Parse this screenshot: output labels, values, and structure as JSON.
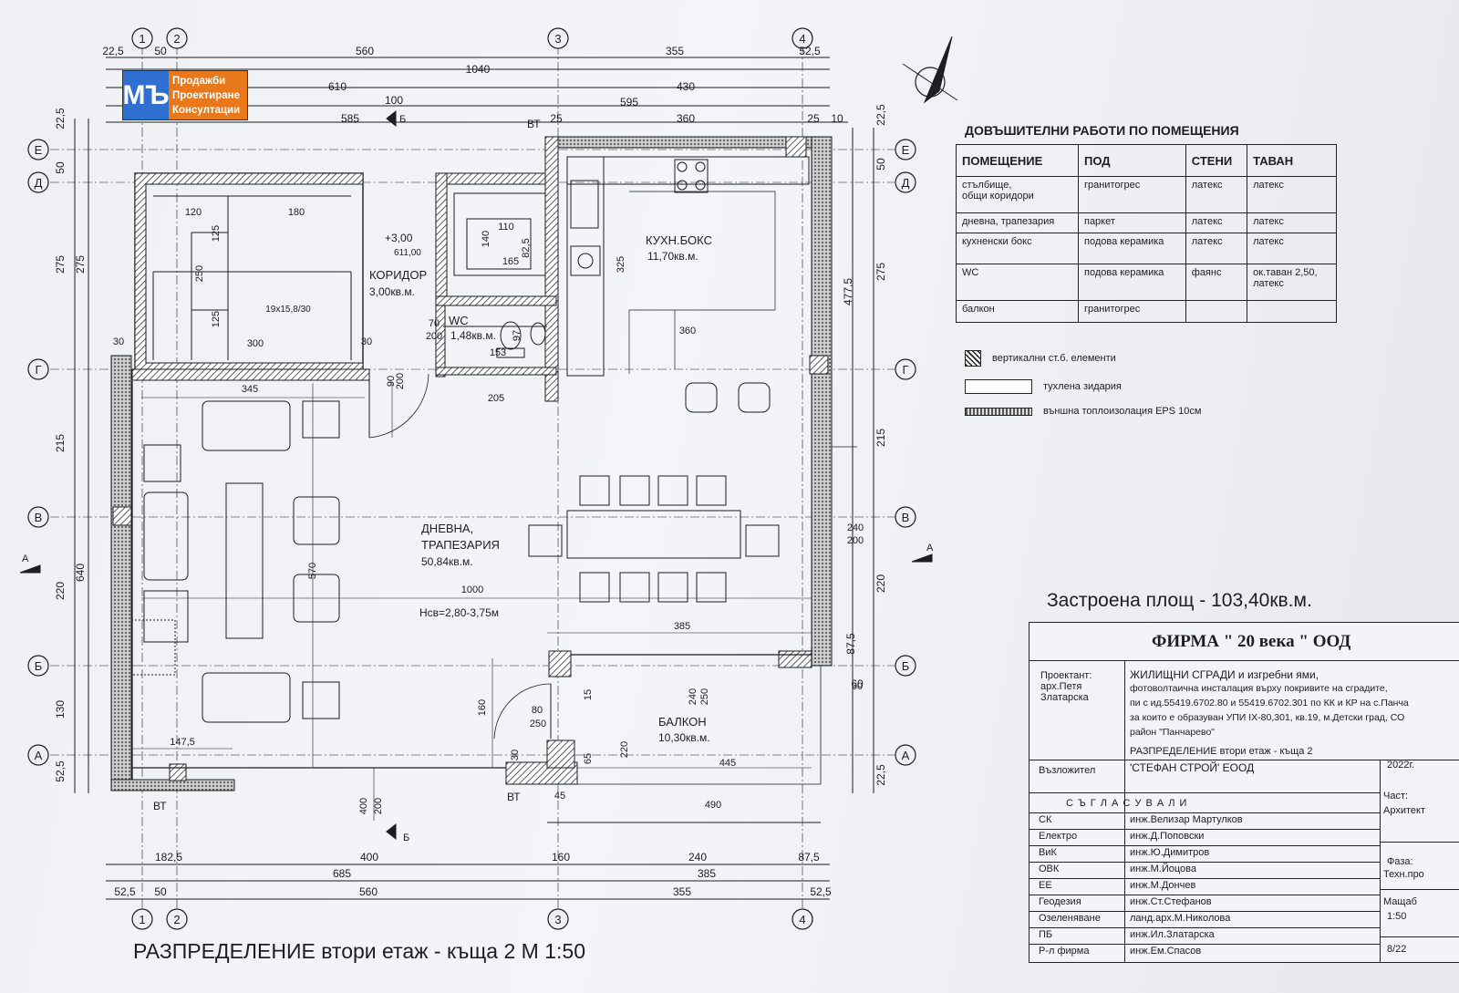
{
  "logo": {
    "letters": "MЪ",
    "lines": [
      "Продажби",
      "Проектиране",
      "Консултации"
    ]
  },
  "drawing_title": "РАЗПРЕДЕЛЕНИЕ втори етаж - къща 2  М 1:50",
  "built_area": "Застроена площ - 103,40кв.м.",
  "axes": {
    "numbers": [
      "1",
      "2",
      "3",
      "4"
    ],
    "letters_left": [
      "Е",
      "Д",
      "Г",
      "В",
      "Б",
      "А"
    ]
  },
  "rooms": {
    "stair_label": "19x15,8/30",
    "corridor": {
      "name": "КОРИДОР",
      "area": "3,00кв.м."
    },
    "level": {
      "value": "+3,00",
      "sub": "611,00"
    },
    "wc": {
      "name": "WC",
      "area": "1,48кв.м."
    },
    "kitchen": {
      "name": "КУХН.БОКС",
      "area": "11,70кв.м."
    },
    "living": {
      "name1": "ДНЕВНА,",
      "name2": "ТРАПЕЗАРИЯ",
      "area": "50,84кв.м.",
      "height": "Нсв=2,80-3,75м"
    },
    "balcony": {
      "name": "БАЛКОН",
      "area": "10,30кв.м."
    },
    "section_a": "А",
    "section_b": "Б",
    "bt": "ВТ"
  },
  "dims": {
    "top1": [
      "22,5",
      "50",
      "560",
      "355",
      "52,5"
    ],
    "top2": "1040",
    "top3": [
      "610",
      "430"
    ],
    "top4": [
      "100",
      "595"
    ],
    "top5": [
      "585",
      "25",
      "360",
      "25",
      "10"
    ],
    "bottom1": [
      "182,5",
      "400",
      "160",
      "240",
      "87,5"
    ],
    "bottom2": [
      "685",
      "385"
    ],
    "bottom3": [
      "52,5",
      "50",
      "560",
      "355",
      "52,5"
    ],
    "left": [
      "22,5",
      "50",
      "275",
      "275",
      "215",
      "640",
      "220",
      "130",
      "52,5"
    ],
    "right": [
      "22,5",
      "50",
      "275",
      "477,5",
      "215",
      "220",
      "87,5",
      "60",
      "22,5"
    ],
    "inner": [
      "120",
      "180",
      "125",
      "250",
      "125",
      "300",
      "30",
      "30",
      "345",
      "110",
      "140",
      "82,5",
      "165",
      "325",
      "360",
      "70",
      "200",
      "97",
      "153",
      "205",
      "90",
      "200",
      "1000",
      "570",
      "385",
      "240",
      "200",
      "147,5",
      "160",
      "80",
      "250",
      "15",
      "240",
      "250",
      "65",
      "220",
      "445",
      "30",
      "490",
      "400",
      "200",
      "60",
      "45"
    ]
  },
  "schedule": {
    "title": "ДОВЪШИТЕЛНИ РАБОТИ ПО ПОМЕЩЕНИЯ",
    "headers": [
      "ПОМЕЩЕНИЕ",
      "ПОД",
      "СТЕНИ",
      "ТАВАН"
    ],
    "rows": [
      [
        "стълбище,\nобщи коридори",
        "гранитогрес",
        "латекс",
        "латекс"
      ],
      [
        "дневна, трапезария",
        "паркет",
        "латекс",
        "латекс"
      ],
      [
        "кухненски бокс",
        "подова керамика",
        "латекс",
        "латекс"
      ],
      [
        "WC",
        "подова керамика",
        "фаянс",
        "ок.таван 2,50,\nлатекс"
      ],
      [
        "балкон",
        "гранитогрес",
        "",
        ""
      ]
    ]
  },
  "legend": [
    "вертикални ст.б. елементи",
    "тухлена зидария",
    "външна топлоизолация EPS 10см"
  ],
  "title_block": {
    "firm": "ФИРМА  \" 20 века \"  ООД",
    "designer_label": "Проектант:\nарх.Петя\nЗлатарска",
    "project_lines": [
      "ЖИЛИЩНИ СГРАДИ и изгребни ями,",
      "фотоволтаична инсталация върху покривите на сградите,",
      "пи с ид.55419.6702.80 и 55419.6702.301 по КК и КР на с.Панча",
      "за които е образуван УПИ IX-80,301, кв.19,  м.Детски град, СО",
      "район \"Панчарево\""
    ],
    "sheet_name": "РАЗПРЕДЕЛЕНИЕ втори етаж - къща 2",
    "client_label": "Възложител",
    "client": "'СТЕФАН СТРОЙ' ЕООД",
    "year": "2022г.",
    "part_label": "Част:",
    "part": "Архитект",
    "approved": "С Ъ Г Л А С У В А Л И",
    "approvals": [
      [
        "СК",
        "инж.Велизар Мартулков"
      ],
      [
        "Електро",
        "инж.Д.Поповски"
      ],
      [
        "ВиК",
        "инж.Ю.Димитров"
      ],
      [
        "ОВК",
        "инж.М.Йоцова"
      ],
      [
        "ЕЕ",
        "инж.М.Дончев"
      ],
      [
        "Геодезия",
        "инж.Ст.Стефанов"
      ],
      [
        "Озеленяване",
        "ланд.арх.М.Николова"
      ],
      [
        "ПБ",
        "инж.Ил.Златарска"
      ],
      [
        "Р-л фирма",
        "инж.Ем.Спасов"
      ]
    ],
    "phase_label": "Фаза:",
    "phase": "Техн.про",
    "scale_label": "Мащаб",
    "scale": "1:50",
    "sheet_no": "8/22"
  },
  "colors": {
    "line": "#1d1d22",
    "logo_blue": "#2f6fd1",
    "logo_orange": "#e7781c"
  }
}
